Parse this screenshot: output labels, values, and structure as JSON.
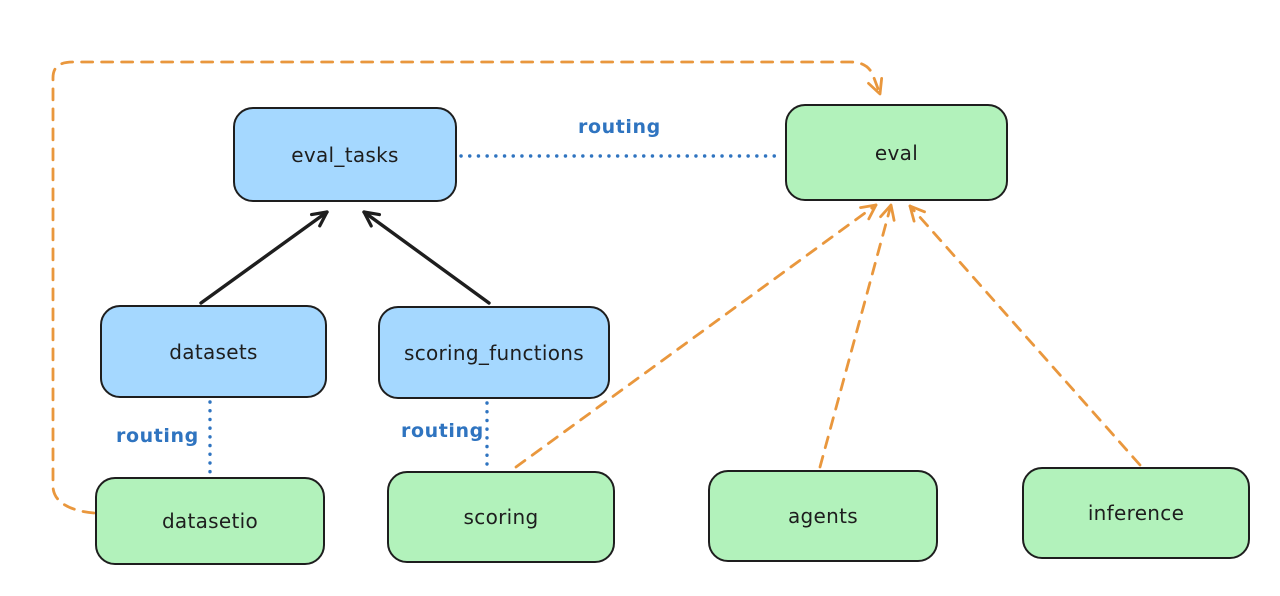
{
  "diagram": {
    "nodes": [
      {
        "id": "eval_tasks",
        "label": "eval_tasks",
        "type": "resource"
      },
      {
        "id": "eval",
        "label": "eval",
        "type": "provider"
      },
      {
        "id": "datasets",
        "label": "datasets",
        "type": "resource"
      },
      {
        "id": "scoring_functions",
        "label": "scoring_functions",
        "type": "resource"
      },
      {
        "id": "datasetio",
        "label": "datasetio",
        "type": "provider"
      },
      {
        "id": "scoring",
        "label": "scoring",
        "type": "provider"
      },
      {
        "id": "agents",
        "label": "agents",
        "type": "provider"
      },
      {
        "id": "inference",
        "label": "inference",
        "type": "provider"
      }
    ],
    "edges": [
      {
        "from": "datasets",
        "to": "eval_tasks",
        "style": "solid",
        "color": "black"
      },
      {
        "from": "scoring_functions",
        "to": "eval_tasks",
        "style": "solid",
        "color": "black"
      },
      {
        "from": "eval_tasks",
        "to": "eval",
        "style": "dotted",
        "color": "blue",
        "label": "routing"
      },
      {
        "from": "datasets",
        "to": "datasetio",
        "style": "dotted",
        "color": "blue",
        "label": "routing"
      },
      {
        "from": "scoring_functions",
        "to": "scoring",
        "style": "dotted",
        "color": "blue",
        "label": "routing"
      },
      {
        "from": "datasetio",
        "to": "eval",
        "style": "dashed",
        "color": "orange"
      },
      {
        "from": "scoring",
        "to": "eval",
        "style": "dashed",
        "color": "orange"
      },
      {
        "from": "agents",
        "to": "eval",
        "style": "dashed",
        "color": "orange"
      },
      {
        "from": "inference",
        "to": "eval",
        "style": "dashed",
        "color": "orange"
      }
    ],
    "colors": {
      "resource_fill": "#a5d8ff",
      "provider_fill": "#b2f2bb",
      "node_stroke": "#1e1e1e",
      "routing_blue": "#2f74c0",
      "arrow_orange": "#e9973d",
      "arrow_black": "#1e1e1e",
      "background": "#ffffff"
    }
  }
}
